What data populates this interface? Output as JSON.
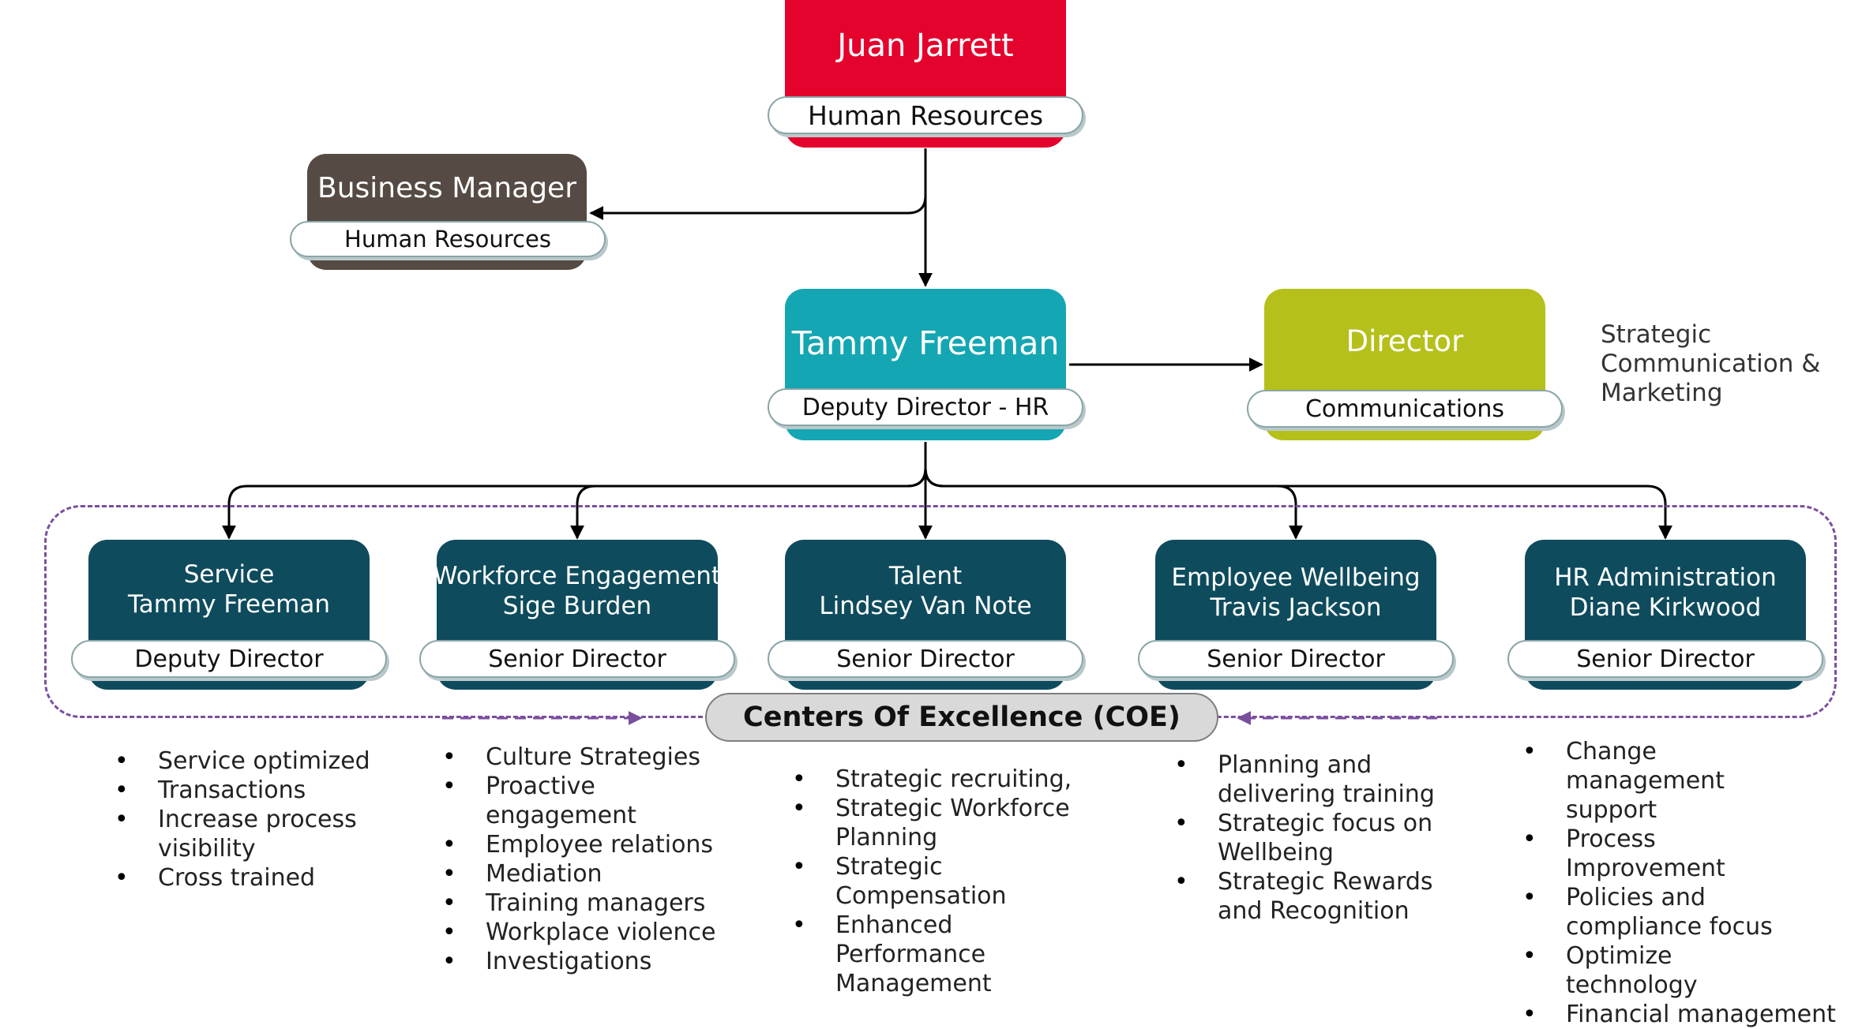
{
  "colors": {
    "top": "#e4032d",
    "business_manager": "#554b44",
    "deputy": "#14a6b2",
    "communications": "#b5c01a",
    "coe": "#0e4b5d",
    "coe_border": "#7a4f9e",
    "connector": "#000000"
  },
  "top_node": {
    "name": "Juan Jarrett",
    "role": "Human Resources"
  },
  "business_manager": {
    "name": "Business Manager",
    "role": "Human Resources"
  },
  "deputy": {
    "name": "Tammy Freeman",
    "role": "Deputy Director - HR"
  },
  "communications": {
    "name": "Director",
    "role": "Communications",
    "note": [
      "Strategic",
      "Communication &",
      "Marketing"
    ]
  },
  "coe_banner": "Centers Of Excellence (COE)",
  "coe": [
    {
      "area": "Service",
      "person": "Tammy Freeman",
      "role": "Deputy Director",
      "bullets": [
        "Service optimized",
        "Transactions",
        "Increase process",
        "visibility",
        "Cross trained"
      ]
    },
    {
      "area": "Workforce Engagement",
      "person": "Sige Burden",
      "role": "Senior Director",
      "bullets": [
        "Culture Strategies",
        "Proactive",
        "engagement",
        "Employee relations",
        "Mediation",
        "Training managers",
        "Workplace violence",
        "Investigations"
      ]
    },
    {
      "area": "Talent",
      "person": "Lindsey Van Note",
      "role": "Senior Director",
      "bullets": [
        "Strategic recruiting,",
        "Strategic Workforce",
        "Planning",
        "Strategic",
        "Compensation",
        "Enhanced",
        "Performance",
        "Management"
      ]
    },
    {
      "area": "Employee Wellbeing",
      "person": "Travis Jackson",
      "role": "Senior Director",
      "bullets": [
        "Planning and",
        "delivering training",
        "Strategic focus on",
        "Wellbeing",
        "Strategic Rewards",
        "and Recognition"
      ]
    },
    {
      "area": "HR Administration",
      "person": "Diane Kirkwood",
      "role": "Senior Director",
      "bullets": [
        "Change",
        "management",
        "support",
        "Process",
        "Improvement",
        "Policies and",
        "compliance focus",
        "Optimize",
        "technology",
        "Financial management"
      ]
    }
  ]
}
